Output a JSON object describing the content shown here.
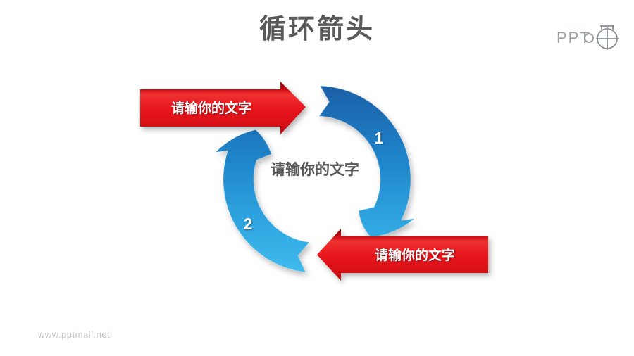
{
  "slide": {
    "title": "循环箭头",
    "watermark": "www.pptmall.net",
    "logo_text": "PPT"
  },
  "diagram": {
    "type": "cycle-arrows",
    "center_label": "请输你的文字",
    "steps": [
      {
        "number": "1",
        "label": "请输你的文字"
      },
      {
        "number": "2",
        "label": "请输你的文字"
      }
    ],
    "colors": {
      "arc_blue_dark": "#1b5ea6",
      "arc_blue_mid": "#1f87cc",
      "arc_blue_light": "#40bdf0",
      "arrow_red_bright": "#ef3131",
      "arrow_red_main": "#e0131a",
      "arrow_red_dark": "#a50b10",
      "title_gray": "#595959",
      "watermark_gray": "#c8c8c8"
    }
  }
}
